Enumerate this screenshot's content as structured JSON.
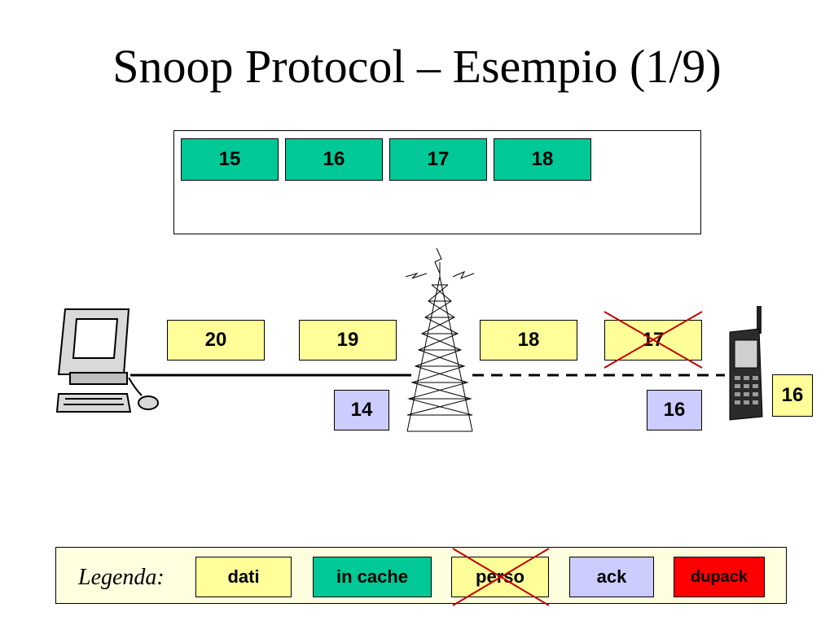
{
  "title": "Snoop Protocol – Esempio (1/9)",
  "cache": [
    "15",
    "16",
    "17",
    "18"
  ],
  "wired_data": [
    "20",
    "19"
  ],
  "wireless_data": [
    "18",
    "17"
  ],
  "acks": {
    "wired": "14",
    "wireless": "16",
    "mobile": "16"
  },
  "legend": {
    "label": "Legenda:",
    "dati": "dati",
    "in_cache": "in cache",
    "perso": "perso",
    "ack": "ack",
    "dupack": "dupack"
  },
  "colors": {
    "dati": "#ffff99",
    "in_cache": "#00c896",
    "perso": "#ffff99",
    "ack": "#ccccff",
    "dupack": "#ff0000",
    "lost_cross": "#c00000"
  },
  "icons": [
    "desktop-computer-icon",
    "radio-tower-icon",
    "mobile-phone-icon"
  ]
}
